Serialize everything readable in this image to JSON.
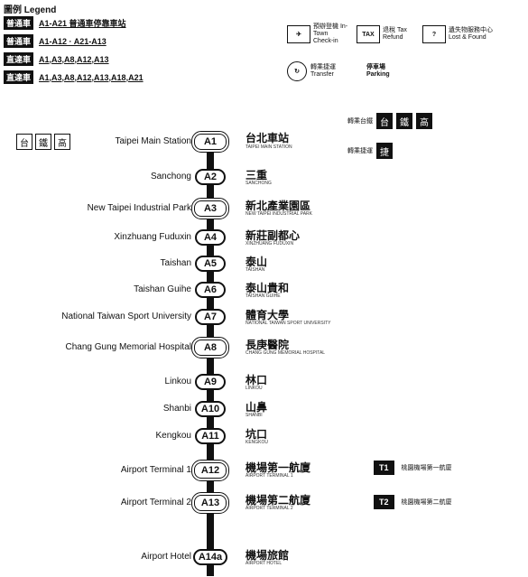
{
  "legend": {
    "title": "圖例 Legend",
    "rows": [
      {
        "badge": "普通車",
        "text": "A1-A21 普通車停靠車站"
      },
      {
        "badge": "普通車",
        "text": "A1-A12 · A21-A13"
      },
      {
        "badge": "直達車",
        "text": "A1,A3,A8,A12,A13"
      },
      {
        "badge": "直達車",
        "text": "A1,A3,A8,A12,A13,A18,A21"
      }
    ],
    "services": [
      {
        "icon": "✈",
        "label": "預辦登機 In-Town Check-in"
      },
      {
        "icon": "TAX",
        "label": "退稅 Tax Refund"
      },
      {
        "icon": "?",
        "label": "遺失物服務中心 Lost & Found"
      },
      {
        "icon": "↻",
        "label": "轉乘捷運 Transfer"
      },
      {
        "icon": "",
        "label": "停車場 Parking"
      }
    ]
  },
  "top_right": {
    "rows": [
      {
        "label": "轉乘台鐵",
        "icons": [
          "台",
          "鐵",
          "高"
        ]
      },
      {
        "label": "轉乘捷運",
        "icons": [
          "捷"
        ]
      }
    ]
  },
  "transfer_icons": [
    "台",
    "鐵",
    "高"
  ],
  "stations": [
    {
      "code": "A1",
      "en": "Taipei Main Station",
      "zh": "台北車站",
      "sub": "TAIPEI MAIN STATION"
    },
    {
      "code": "A2",
      "en": "Sanchong",
      "zh": "三重",
      "sub": "SANCHONG"
    },
    {
      "code": "A3",
      "en": "New Taipei Industrial Park",
      "zh": "新北產業園區",
      "sub": "NEW TAIPEI INDUSTRIAL PARK"
    },
    {
      "code": "A4",
      "en": "Xinzhuang Fuduxin",
      "zh": "新莊副都心",
      "sub": "XINZHUANG FUDUXIN"
    },
    {
      "code": "A5",
      "en": "Taishan",
      "zh": "泰山",
      "sub": "TAISHAN"
    },
    {
      "code": "A6",
      "en": "Taishan Guihe",
      "zh": "泰山貴和",
      "sub": "TAISHAN GUIHE"
    },
    {
      "code": "A7",
      "en": "National Taiwan Sport University",
      "zh": "體育大學",
      "sub": "NATIONAL TAIWAN SPORT UNIVERSITY"
    },
    {
      "code": "A8",
      "en": "Chang Gung Memorial Hospital",
      "zh": "長庚醫院",
      "sub": "CHANG GUNG MEMORIAL HOSPITAL"
    },
    {
      "code": "A9",
      "en": "Linkou",
      "zh": "林口",
      "sub": "LINKOU"
    },
    {
      "code": "A10",
      "en": "Shanbi",
      "zh": "山鼻",
      "sub": "SHANBI"
    },
    {
      "code": "A11",
      "en": "Kengkou",
      "zh": "坑口",
      "sub": "KENGKOU"
    },
    {
      "code": "A12",
      "en": "Airport Terminal 1",
      "zh": "機場第一航廈",
      "sub": "AIRPORT TERMINAL 1"
    },
    {
      "code": "A13",
      "en": "Airport Terminal 2",
      "zh": "機場第二航廈",
      "sub": "AIRPORT TERMINAL 2"
    },
    {
      "code": "A14a",
      "en": "Airport Hotel",
      "zh": "機場旅館",
      "sub": "AIRPORT HOTEL"
    }
  ],
  "terminal_notes": [
    {
      "badge": "T1",
      "text": "桃園機場第一航廈"
    },
    {
      "badge": "T2",
      "text": "桃園機場第二航廈"
    }
  ],
  "colors": {
    "line": "#111111",
    "background": "#ffffff"
  }
}
